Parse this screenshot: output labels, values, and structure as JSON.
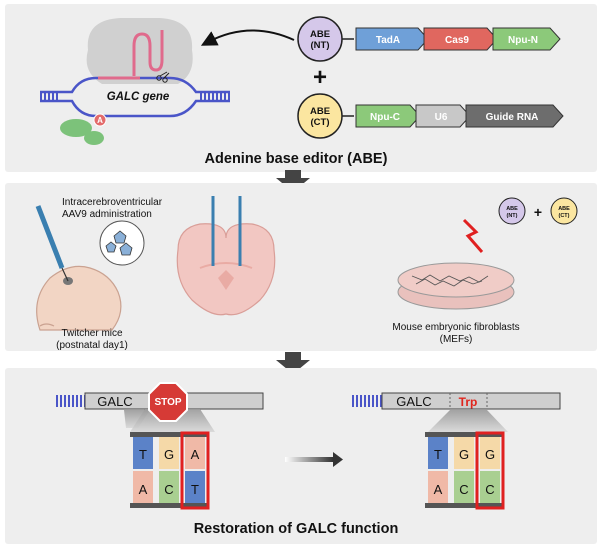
{
  "panel1": {
    "gene_label": "GALC gene",
    "abe_nt": {
      "line1": "ABE",
      "line2": "(NT)"
    },
    "abe_ct": {
      "line1": "ABE",
      "line2": "(CT)"
    },
    "plus": "+",
    "nt_construct": [
      "TadA",
      "Cas9",
      "Npu-N"
    ],
    "ct_construct": [
      "Npu-C",
      "U6",
      "Guide RNA"
    ],
    "edit_base": "A",
    "title": "Adenine base editor (ABE)"
  },
  "panel2": {
    "injection_label": [
      "Intracerebroventricular",
      "AAV9 administration"
    ],
    "mouse_label": [
      "Twitcher mice",
      "(postnatal day1)"
    ],
    "small_abe_nt": {
      "line1": "ABE",
      "line2": "(NT)"
    },
    "small_abe_ct": {
      "line1": "ABE",
      "line2": "(CT)"
    },
    "plus": "+",
    "mef_label": [
      "Mouse embryonic fibroblasts",
      "(MEFs)"
    ]
  },
  "panel3": {
    "left_gene": "GALC",
    "stop_sign": "STOP",
    "right_gene": "GALC",
    "trp_label": "Trp",
    "left_codon": {
      "top": [
        "T",
        "G",
        "A"
      ],
      "bottom": [
        "A",
        "C",
        "T"
      ]
    },
    "right_codon": {
      "top": [
        "T",
        "G",
        "G"
      ],
      "bottom": [
        "A",
        "C",
        "C"
      ]
    },
    "title": "Restoration of GALC function"
  },
  "colors": {
    "panel_bg": "#eeeeee",
    "arrow_gray": "#444444",
    "dna_blue": "#4a55c8",
    "abe_nt_purple": "#d5c8ea",
    "abe_ct_yellow": "#fbe6a0",
    "tada_blue": "#6fa0d8",
    "cas9_red": "#e0675f",
    "npu_green": "#8cc97a",
    "u6_gray": "#c8c8c8",
    "guide_dark": "#6d6d6d",
    "stop_red": "#d63a36",
    "highlight_red": "#e02020",
    "base_T": "#5b82c8",
    "base_A": "#f0b9a7",
    "base_G": "#f5d9a8",
    "base_C": "#a9cf91",
    "trp_red": "#e0251d"
  }
}
